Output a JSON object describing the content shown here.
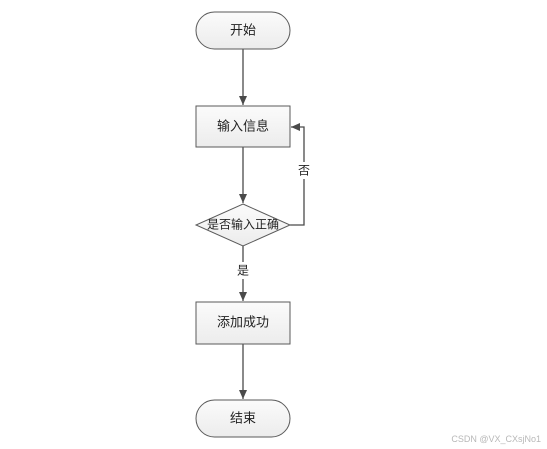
{
  "diagram": {
    "nodes": {
      "start": "开始",
      "input_info": "输入信息",
      "decision": "是否输入正确",
      "add_success": "添加成功",
      "end": "结束"
    },
    "edges": {
      "no_label": "否",
      "yes_label": "是"
    }
  },
  "watermark": "CSDN @VX_CXsjNo1",
  "colors": {
    "node_fill": "#f2f2f2",
    "node_stroke": "#5a5a5a",
    "line": "#4a4a4a"
  }
}
